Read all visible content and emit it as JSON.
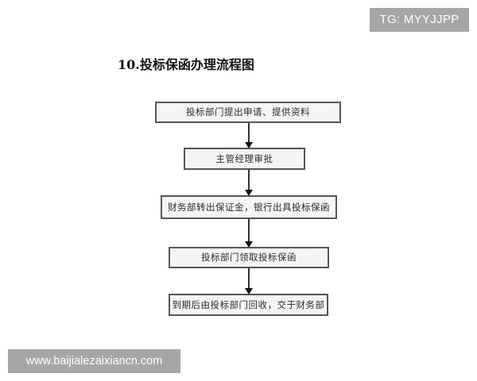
{
  "watermarks": {
    "top": "TG: MYYJJPP",
    "bottom": "www.baijialezaixiancn.com"
  },
  "diagram": {
    "title": "10.投标保函办理流程图",
    "type": "vertical-flowchart",
    "steps": [
      {
        "id": 1,
        "label": "投标部门提出申请、提供资料"
      },
      {
        "id": 2,
        "label": "主管经理审批"
      },
      {
        "id": 3,
        "label": "财务部转出保证金，银行出具投标保函"
      },
      {
        "id": 4,
        "label": "投标部门领取投标保函"
      },
      {
        "id": 5,
        "label": "到期后由投标部门回收，交于财务部"
      }
    ],
    "edges": [
      {
        "from": 1,
        "to": 2
      },
      {
        "from": 2,
        "to": 3
      },
      {
        "from": 3,
        "to": 4
      },
      {
        "from": 4,
        "to": 5
      }
    ]
  }
}
